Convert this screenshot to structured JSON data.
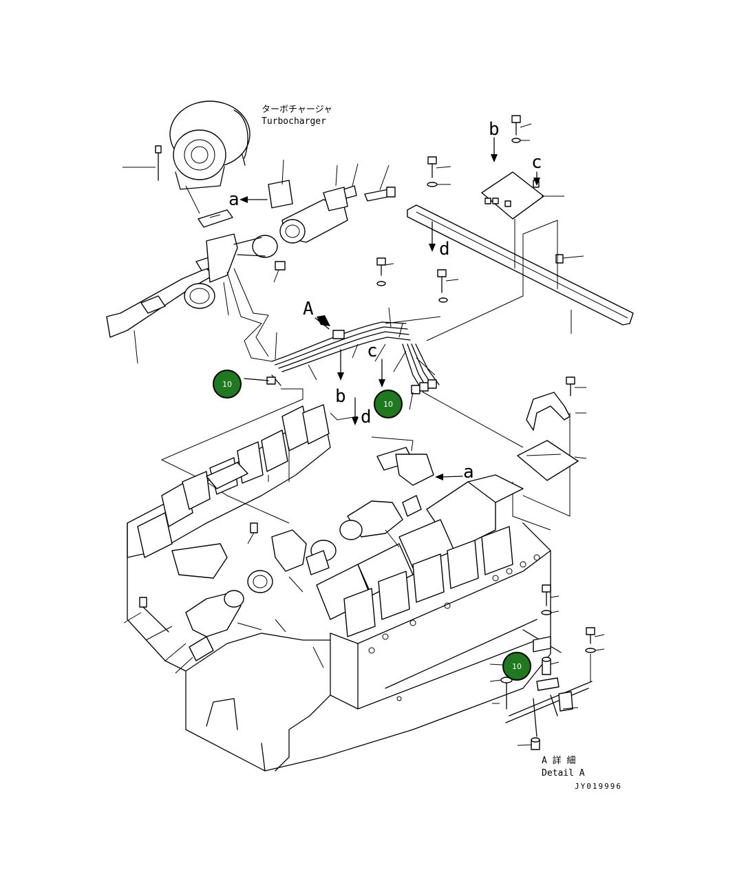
{
  "labels": {
    "turbocharger_jp": "ターボチャージャ",
    "turbocharger_en": "Turbocharger",
    "detail_jp": "A 詳 細",
    "detail_en": "Detail A",
    "drawing_number": "JY019996"
  },
  "view_markers": {
    "A": "A",
    "a_top": "a",
    "a_right": "a",
    "b_top": "b",
    "b_mid": "b",
    "c_top": "c",
    "c_mid": "c",
    "d_top": "d",
    "d_mid": "d"
  },
  "callouts": [
    "10",
    "10",
    "10"
  ],
  "colors": {
    "callout_fill": "#1f7a1f",
    "callout_ring": "#000000",
    "line": "#000000",
    "background": "#ffffff"
  }
}
